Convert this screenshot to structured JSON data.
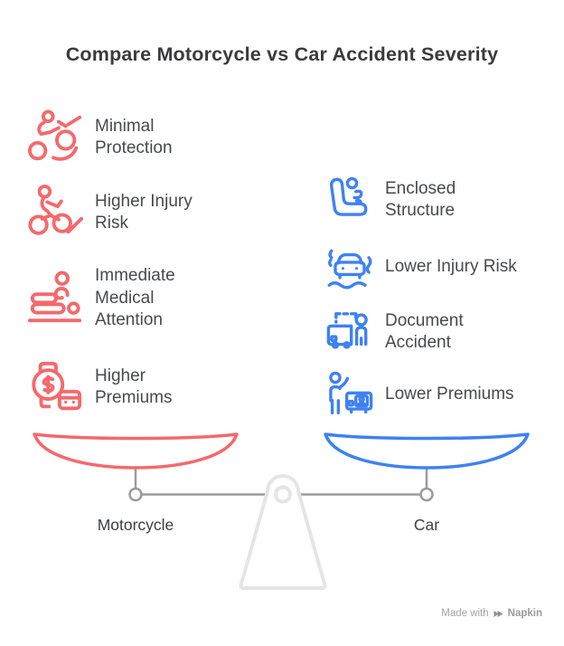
{
  "title": "Compare Motorcycle vs Car Accident Severity",
  "comparison": {
    "left": {
      "side_label": "Motorcycle",
      "accent_color": "#F4696C",
      "items": [
        {
          "label": "Minimal Protection",
          "icon": "motorcycle-accident-icon"
        },
        {
          "label": "Higher Injury Risk",
          "icon": "motorcyclist-icon"
        },
        {
          "label": "Immediate Medical Attention",
          "icon": "medical-attention-icon"
        },
        {
          "label": "Higher Premiums",
          "icon": "watch-dollar-icon"
        }
      ]
    },
    "right": {
      "side_label": "Car",
      "accent_color": "#3F81F1",
      "items": [
        {
          "label": "Enclosed Structure",
          "icon": "car-seat-icon"
        },
        {
          "label": "Lower Injury Risk",
          "icon": "skidding-car-icon"
        },
        {
          "label": "Document Accident",
          "icon": "vehicle-and-person-icon"
        },
        {
          "label": "Lower Premiums",
          "icon": "person-waving-vehicle-icon"
        }
      ]
    },
    "scale_colors": {
      "beam": "#9b9b9b",
      "pedestal": "#e5e5e5"
    }
  },
  "watermark": {
    "prefix": "Made with",
    "brand": "Napkin"
  }
}
